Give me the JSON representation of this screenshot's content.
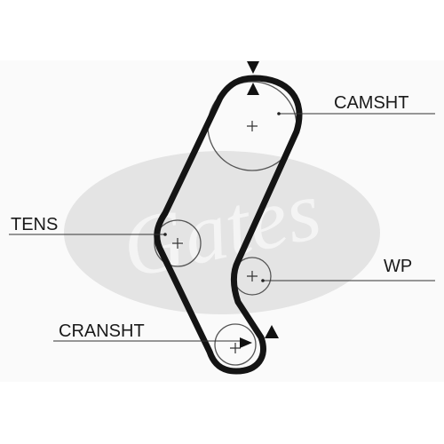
{
  "diagram": {
    "labels": {
      "camshaft": "CAMSHT",
      "tensioner": "TENS",
      "water_pump": "WP",
      "crankshaft": "CRANSHT"
    },
    "watermark": "Gates",
    "colors": {
      "belt": "#141414",
      "pulley_outline": "#555555",
      "watermark": "#e3e3e3",
      "text": "#1a1a1a"
    }
  }
}
